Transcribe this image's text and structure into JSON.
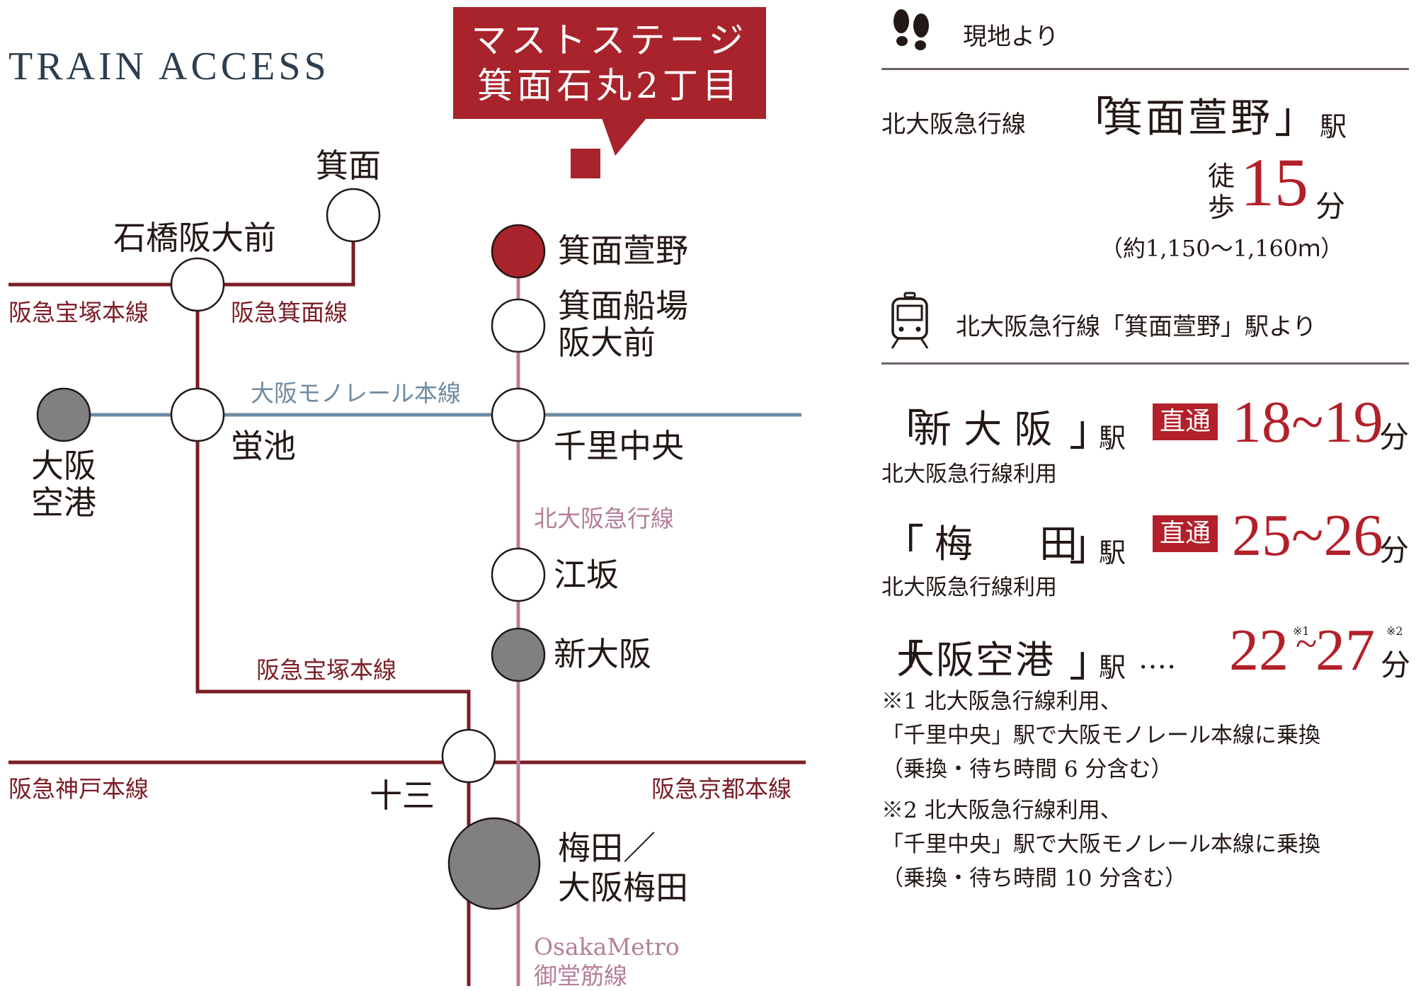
{
  "title": "TRAIN ACCESS",
  "property": {
    "line1": "マストステージ",
    "line2": "箕面石丸2丁目"
  },
  "colors": {
    "accent_red": "#a8232b",
    "hankyu_maroon": "#7b1d26",
    "monorail_blue": "#6e8ba3",
    "kitakyu_pink": "#b47f98",
    "terminal_gray": "#808080"
  },
  "map": {
    "stations": {
      "minoh": "箕面",
      "ishibashi": "石橋阪大前",
      "hotarugaike": "蛍池",
      "itami_airport": [
        "大阪",
        "空港"
      ],
      "minoh_kayano": "箕面萱野",
      "minoh_semba": [
        "箕面船場",
        "阪大前"
      ],
      "senri_chuo": "千里中央",
      "esaka": "江坂",
      "shin_osaka": "新大阪",
      "juso": "十三",
      "umeda": [
        "梅田／",
        "大阪梅田"
      ]
    },
    "lines": {
      "takarazuka_1": "阪急宝塚本線",
      "minoh_line": "阪急箕面線",
      "monorail": "大阪モノレール本線",
      "kitakyu": "北大阪急行線",
      "takarazuka_2": "阪急宝塚本線",
      "kobe": "阪急神戸本線",
      "kyoto": "阪急京都本線",
      "metro_1": "OsakaMetro",
      "metro_2": "御堂筋線"
    }
  },
  "info": {
    "walk": {
      "icon": "footprints-icon",
      "heading": "現地より",
      "line": "北大阪急行線",
      "open": "「",
      "station": "箕面萱野",
      "close": "」",
      "eki": "駅",
      "toho_1": "徒",
      "toho_2": "歩",
      "minutes": "15",
      "unit": "分",
      "distance": "（約1,150～1,160ｍ）"
    },
    "train": {
      "icon": "train-icon",
      "heading": "北大阪急行線「箕面萱野」駅より"
    },
    "routes": [
      {
        "open": "「",
        "station": "新 大 阪",
        "close": "」",
        "eki": "駅",
        "badge": "直通",
        "time": "18~19",
        "unit": "分",
        "note": "北大阪急行線利用"
      },
      {
        "open": "「",
        "station": "梅　田",
        "close": "」",
        "eki": "駅",
        "badge": "直通",
        "time": "25~26",
        "unit": "分",
        "note": "北大阪急行線利用"
      }
    ],
    "airport": {
      "open": "「",
      "station": "大阪空港",
      "close": "」",
      "eki": "駅",
      "dots": "‥‥",
      "t1": "22",
      "m1": "※1",
      "tilde": "~",
      "t2": "27",
      "m2": "※2",
      "unit": "分"
    },
    "notes": {
      "n1": [
        "※1 北大阪急行線利用、",
        "「千里中央」駅で大阪モノレール本線に乗換",
        "（乗換・待ち時間 6 分含む）"
      ],
      "n2": [
        "※2 北大阪急行線利用、",
        "「千里中央」駅で大阪モノレール本線に乗換",
        "（乗換・待ち時間 10 分含む）"
      ]
    }
  }
}
